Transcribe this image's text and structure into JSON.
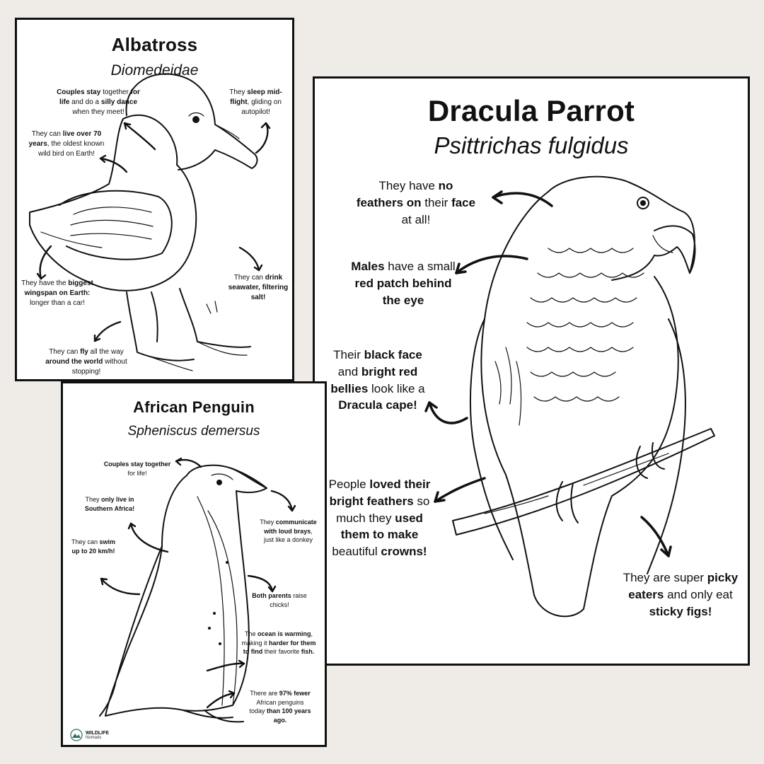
{
  "albatross": {
    "title": "Albatross",
    "latin": "Diomedeidae",
    "facts": [
      [
        {
          "t": "Couples stay",
          "b": true
        },
        {
          "t": " together "
        },
        {
          "t": "for life",
          "b": true
        },
        {
          "t": " and do a "
        },
        {
          "t": "silly dance",
          "b": true
        },
        {
          "t": " when they meet!"
        }
      ],
      [
        {
          "t": "They "
        },
        {
          "t": "sleep mid-flight",
          "b": true
        },
        {
          "t": ", gliding on autopilot!"
        }
      ],
      [
        {
          "t": "They can "
        },
        {
          "t": "live over 70 years",
          "b": true
        },
        {
          "t": ", the oldest known wild bird on Earth!"
        }
      ],
      [
        {
          "t": "They have the "
        },
        {
          "t": "biggest wingspan on Earth:",
          "b": true
        },
        {
          "t": " longer than a car!"
        }
      ],
      [
        {
          "t": "They can "
        },
        {
          "t": "drink seawater, filtering salt!",
          "b": true
        }
      ],
      [
        {
          "t": "They can "
        },
        {
          "t": "fly",
          "b": true
        },
        {
          "t": " all the way "
        },
        {
          "t": "around the world",
          "b": true
        },
        {
          "t": " without stopping!"
        }
      ]
    ]
  },
  "parrot": {
    "title": "Dracula Parrot",
    "latin": "Psittrichas fulgidus",
    "facts": [
      [
        {
          "t": "They have "
        },
        {
          "t": "no feathers on",
          "b": true
        },
        {
          "t": " their "
        },
        {
          "t": "face",
          "b": true
        },
        {
          "t": " at all!"
        }
      ],
      [
        {
          "t": "Males",
          "b": true
        },
        {
          "t": " have a small "
        },
        {
          "t": "red patch behind the eye",
          "b": true
        }
      ],
      [
        {
          "t": "Their "
        },
        {
          "t": "black face",
          "b": true
        },
        {
          "t": " and "
        },
        {
          "t": "bright red bellies",
          "b": true
        },
        {
          "t": " look like a "
        },
        {
          "t": "Dracula cape!",
          "b": true
        }
      ],
      [
        {
          "t": "People "
        },
        {
          "t": "loved their bright feathers",
          "b": true
        },
        {
          "t": " so much they "
        },
        {
          "t": "used them to make",
          "b": true
        },
        {
          "t": " beautiful "
        },
        {
          "t": "crowns!",
          "b": true
        }
      ],
      [
        {
          "t": "They are super "
        },
        {
          "t": "picky eaters",
          "b": true
        },
        {
          "t": " and only eat "
        },
        {
          "t": "sticky figs!",
          "b": true
        }
      ]
    ]
  },
  "penguin": {
    "title": "African Penguin",
    "latin": "Spheniscus demersus",
    "facts": [
      [
        {
          "t": "Couples stay together",
          "b": true
        },
        {
          "t": " for life!"
        }
      ],
      [
        {
          "t": "They "
        },
        {
          "t": "only live in Southern Africa!",
          "b": true
        }
      ],
      [
        {
          "t": "They "
        },
        {
          "t": "communicate with loud brays",
          "b": true
        },
        {
          "t": ", just like a donkey"
        }
      ],
      [
        {
          "t": "They can "
        },
        {
          "t": "swim up to 20 km/h!",
          "b": true
        }
      ],
      [
        {
          "t": "Both parents",
          "b": true
        },
        {
          "t": " raise chicks!"
        }
      ],
      [
        {
          "t": "The "
        },
        {
          "t": "ocean is warming",
          "b": true
        },
        {
          "t": ", making it "
        },
        {
          "t": "harder for them to find",
          "b": true
        },
        {
          "t": " their favorite "
        },
        {
          "t": "fish.",
          "b": true
        }
      ],
      [
        {
          "t": "There are "
        },
        {
          "t": "97% fewer",
          "b": true
        },
        {
          "t": " African penguins today "
        },
        {
          "t": "than 100 years ago.",
          "b": true
        }
      ]
    ],
    "logo": {
      "line1": "WILDLIFE",
      "line2": "Nomads"
    }
  }
}
